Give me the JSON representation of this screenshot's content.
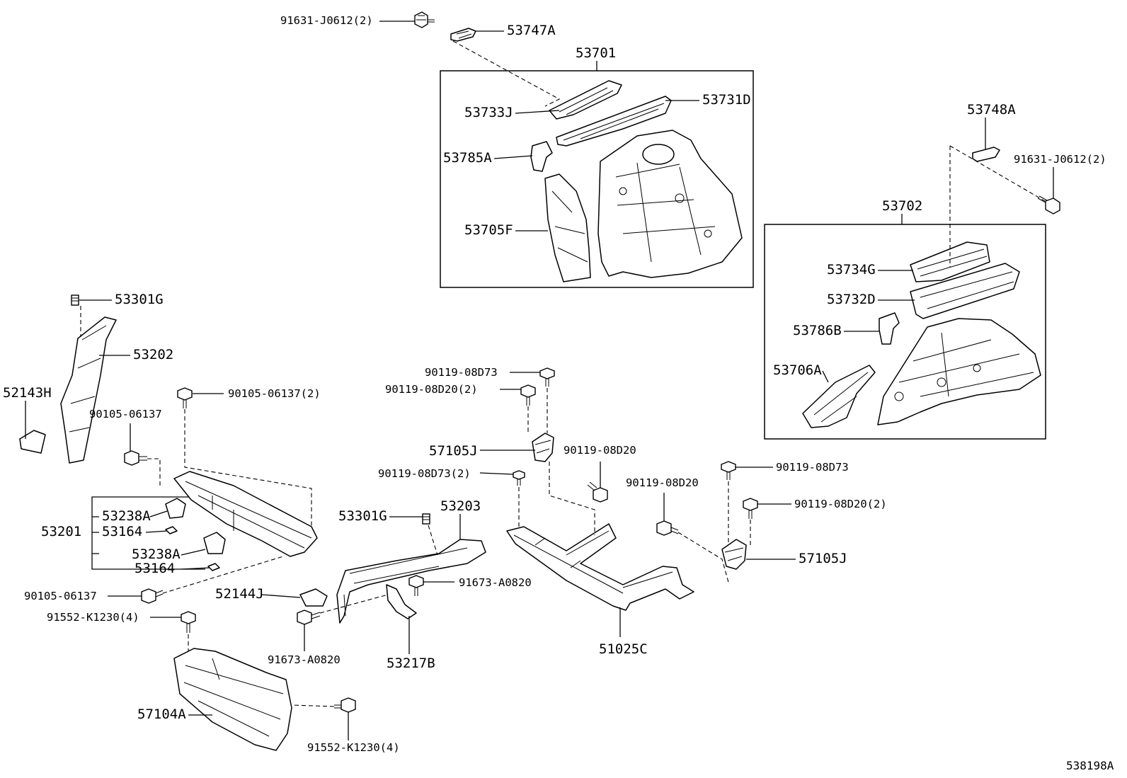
{
  "diagram": {
    "reference_code": "538198A",
    "labels": {
      "p91631_j0612_2_top": "91631-J0612(2)",
      "p53747a": "53747A",
      "p53701": "53701",
      "p53733j": "53733J",
      "p53731d": "53731D",
      "p53785a": "53785A",
      "p53705f": "53705F",
      "p53748a": "53748A",
      "p91631_j0612_2_right": "91631-J0612(2)",
      "p53702": "53702",
      "p53734g": "53734G",
      "p53732d": "53732D",
      "p53786b": "53786B",
      "p53706a": "53706A",
      "p53301g_left": "53301G",
      "p53202": "53202",
      "p52143h": "52143H",
      "p90105_06137_2": "90105-06137(2)",
      "p90105_06137_upper": "90105-06137",
      "p53238a_upper": "53238A",
      "p53201": "53201",
      "p53164_upper": "53164",
      "p53238a_lower": "53238A",
      "p53164_lower": "53164",
      "p90105_06137_lower": "90105-06137",
      "p91552_k1230_4_upper": "91552-K1230(4)",
      "p57104a": "57104A",
      "p91552_k1230_4_lower": "91552-K1230(4)",
      "p90119_08d73_center": "90119-08D73",
      "p90119_08d20_2_center": "90119-08D20(2)",
      "p57105j_center": "57105J",
      "p90119_08d20_center": "90119-08D20",
      "p90119_08d73_2": "90119-08D73(2)",
      "p53301g_center": "53301G",
      "p53203": "53203",
      "p91673_a0820_right": "91673-A0820",
      "p52144j": "52144J",
      "p91673_a0820_lower": "91673-A0820",
      "p53217b": "53217B",
      "p51025c": "51025C",
      "p90119_08d73_right": "90119-08D73",
      "p90119_08d20_right": "90119-08D20",
      "p90119_08d20_2_right": "90119-08D20(2)",
      "p57105j_right": "57105J"
    }
  }
}
